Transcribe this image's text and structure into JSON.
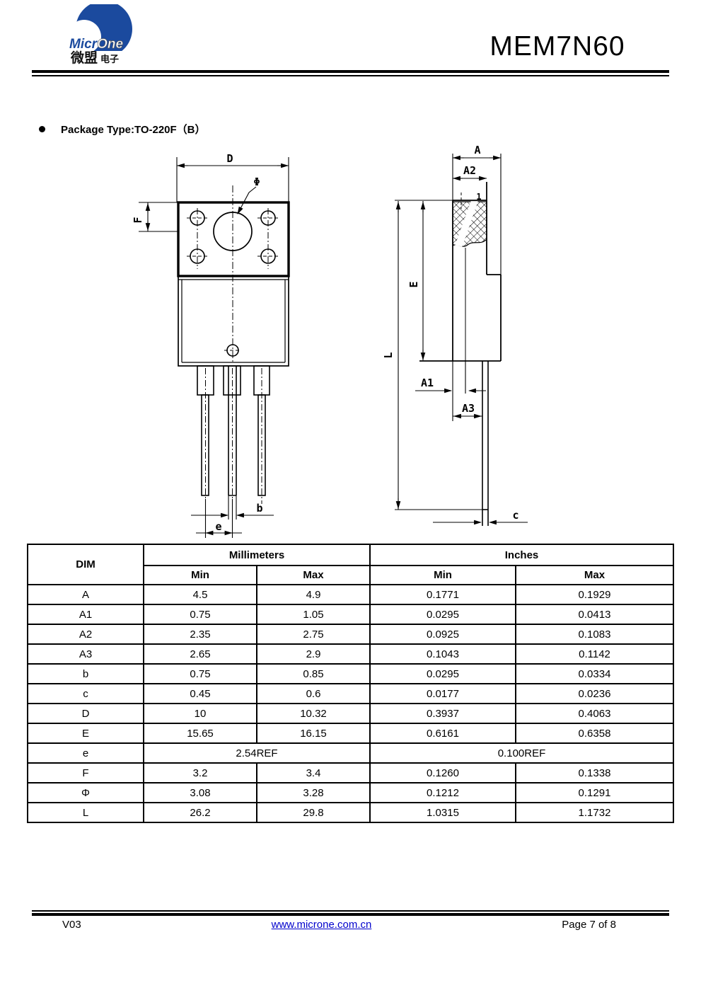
{
  "header": {
    "logo": {
      "brand_left": "Micr",
      "brand_right": "One",
      "cn_main": "微盟",
      "cn_sub": "电子"
    },
    "title": "MEM7N60"
  },
  "colors": {
    "logo_blue": "#1b4a9e",
    "link_blue": "#0000cc"
  },
  "section": {
    "bullet_label": "Package Type:TO-220F（B）"
  },
  "drawing": {
    "labels": {
      "D": "D",
      "phi": "Φ",
      "F": "F",
      "b": "b",
      "e": "e",
      "A": "A",
      "A2": "A2",
      "A1": "A1",
      "A3": "A3",
      "E": "E",
      "L": "L",
      "c": "c",
      "pin1": "1"
    }
  },
  "table": {
    "col_dim": "DIM",
    "col_mm": "Millimeters",
    "col_in": "Inches",
    "col_min": "Min",
    "col_max": "Max",
    "rows": [
      {
        "dim": "A",
        "mm_min": "4.5",
        "mm_max": "4.9",
        "in_min": "0.1771",
        "in_max": "0.1929"
      },
      {
        "dim": "A1",
        "mm_min": "0.75",
        "mm_max": "1.05",
        "in_min": "0.0295",
        "in_max": "0.0413"
      },
      {
        "dim": "A2",
        "mm_min": "2.35",
        "mm_max": "2.75",
        "in_min": "0.0925",
        "in_max": "0.1083"
      },
      {
        "dim": "A3",
        "mm_min": "2.65",
        "mm_max": "2.9",
        "in_min": "0.1043",
        "in_max": "0.1142"
      },
      {
        "dim": "b",
        "mm_min": "0.75",
        "mm_max": "0.85",
        "in_min": "0.0295",
        "in_max": "0.0334"
      },
      {
        "dim": "c",
        "mm_min": "0.45",
        "mm_max": "0.6",
        "in_min": "0.0177",
        "in_max": "0.0236"
      },
      {
        "dim": "D",
        "mm_min": "10",
        "mm_max": "10.32",
        "in_min": "0.3937",
        "in_max": "0.4063"
      },
      {
        "dim": "E",
        "mm_min": "15.65",
        "mm_max": "16.15",
        "in_min": "0.6161",
        "in_max": "0.6358"
      },
      {
        "dim": "e",
        "span": true,
        "mm": "2.54REF",
        "in": "0.100REF"
      },
      {
        "dim": "F",
        "mm_min": "3.2",
        "mm_max": "3.4",
        "in_min": "0.1260",
        "in_max": "0.1338"
      },
      {
        "dim": "Φ",
        "mm_min": "3.08",
        "mm_max": "3.28",
        "in_min": "0.1212",
        "in_max": "0.1291"
      },
      {
        "dim": "L",
        "mm_min": "26.2",
        "mm_max": "29.8",
        "in_min": "1.0315",
        "in_max": "1.1732"
      }
    ]
  },
  "footer": {
    "version": "V03",
    "link": "www.microne.com.cn",
    "page": "Page 7 of 8"
  }
}
